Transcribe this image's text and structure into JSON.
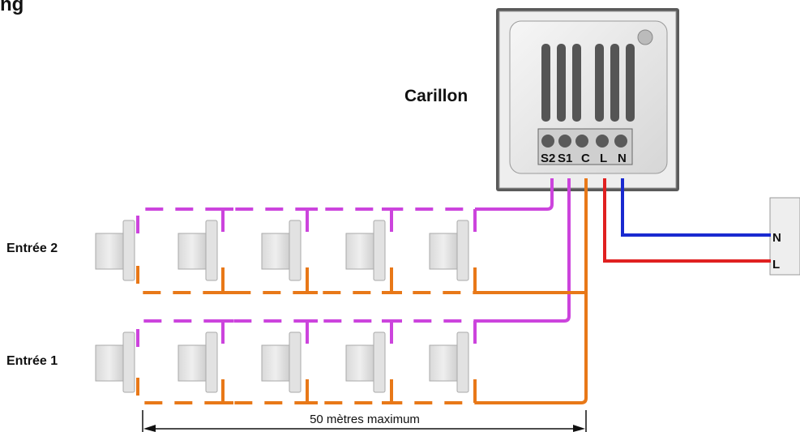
{
  "title": "ng",
  "chime": {
    "label": "Carillon",
    "terminals": [
      "S2",
      "S1",
      "C",
      "L",
      "N"
    ]
  },
  "inputs": {
    "entree2": "Entrée 2",
    "entree1": "Entrée 1",
    "pushbuttons_per_input": 5
  },
  "supply": {
    "neutral": "N",
    "live": "L"
  },
  "distance_label": "50 mètres maximum",
  "colors": {
    "s2_wire": "#cc44dd",
    "s1_wire": "#cc44dd",
    "common_wire": "#e87818",
    "live_wire": "#e02020",
    "neutral_wire": "#1a2ad0"
  }
}
